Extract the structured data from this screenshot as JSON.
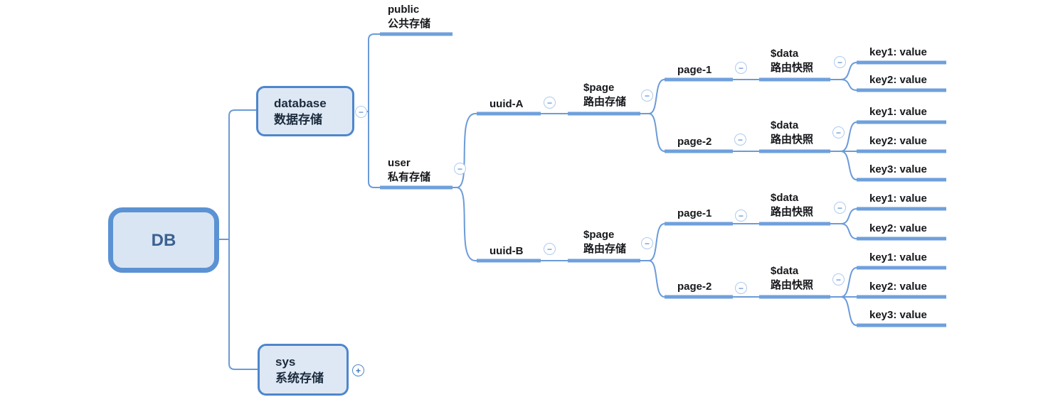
{
  "icons": {
    "collapse": "−",
    "expand": "+"
  },
  "colors": {
    "line": "#6B9BD8",
    "bar": "#6FA0DC",
    "box_border": "#4E86CC",
    "box_fill": "#DEE8F5",
    "root_border": "#5B92D4",
    "root_text": "#3A6191"
  },
  "tree": {
    "root": {
      "label": "DB"
    },
    "database": {
      "label": "database",
      "sublabel": "数据存储",
      "public": {
        "label": "public",
        "sublabel": "公共存储"
      },
      "user": {
        "label": "user",
        "sublabel": "私有存储",
        "uuidA": {
          "label": "uuid-A",
          "page": {
            "label": "$page",
            "sublabel": "路由存储",
            "page1": {
              "label": "page-1",
              "data": {
                "label": "$data",
                "sublabel": "路由快照",
                "keys": [
                  "key1: value",
                  "key2: value"
                ]
              }
            },
            "page2": {
              "label": "page-2",
              "data": {
                "label": "$data",
                "sublabel": "路由快照",
                "keys": [
                  "key1: value",
                  "key2: value",
                  "key3: value"
                ]
              }
            }
          }
        },
        "uuidB": {
          "label": "uuid-B",
          "page": {
            "label": "$page",
            "sublabel": "路由存储",
            "page1": {
              "label": "page-1",
              "data": {
                "label": "$data",
                "sublabel": "路由快照",
                "keys": [
                  "key1: value",
                  "key2: value"
                ]
              }
            },
            "page2": {
              "label": "page-2",
              "data": {
                "label": "$data",
                "sublabel": "路由快照",
                "keys": [
                  "key1: value",
                  "key2: value",
                  "key3: value"
                ]
              }
            }
          }
        }
      }
    },
    "sys": {
      "label": "sys",
      "sublabel": "系统存储"
    }
  }
}
